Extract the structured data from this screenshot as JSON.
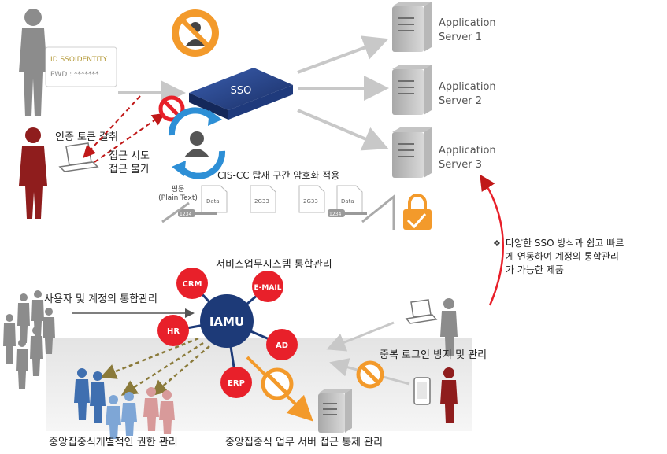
{
  "top": {
    "id_card": {
      "title": "ID SSOIDENTITY",
      "pwd": "PWD : *******"
    },
    "sso_label": "SSO",
    "servers": [
      {
        "line1": "Application",
        "line2": "Server 1"
      },
      {
        "line1": "Application",
        "line2": "Server 2"
      },
      {
        "line1": "Application",
        "line2": "Server 3"
      }
    ],
    "token_label": "인증 토큰 갈취",
    "access_attempt": "접근 시도",
    "access_denied": "접근 불가",
    "encryption_label": "CIS-CC 탑재 구간 암호화 적용",
    "plain_text_line1": "평문",
    "plain_text_line2": "(Plain Text)",
    "doc_labels": [
      "Data",
      "2G33",
      "2G33",
      "Data"
    ],
    "key_labels": [
      "1234",
      "1234"
    ]
  },
  "side_note": {
    "bullet": "❖",
    "lines": [
      "다양한 SSO 방식과 쉽고 빠르",
      "게 연동하여 계정의 통합관리",
      "가 가능한 제품"
    ]
  },
  "bottom": {
    "hub_label": "IAMU",
    "nodes": [
      "CRM",
      "E-MAIL",
      "HR",
      "AD",
      "ERP"
    ],
    "service_title": "서비스업무시스템 통합관리",
    "user_account": "사용자 및 계정의 통합관리",
    "dup_login": "중복 로그인 방지 및 관리",
    "central_rights": "중앙집중식개별적인 권한 관리",
    "central_server": "중앙집중식 업무 서버 접근 통제 관리"
  },
  "colors": {
    "red": "#e8202a",
    "orange": "#f39a2b",
    "navy": "#1d3a78",
    "gray": "#8c8c8c",
    "olive": "#8a7a3a"
  }
}
